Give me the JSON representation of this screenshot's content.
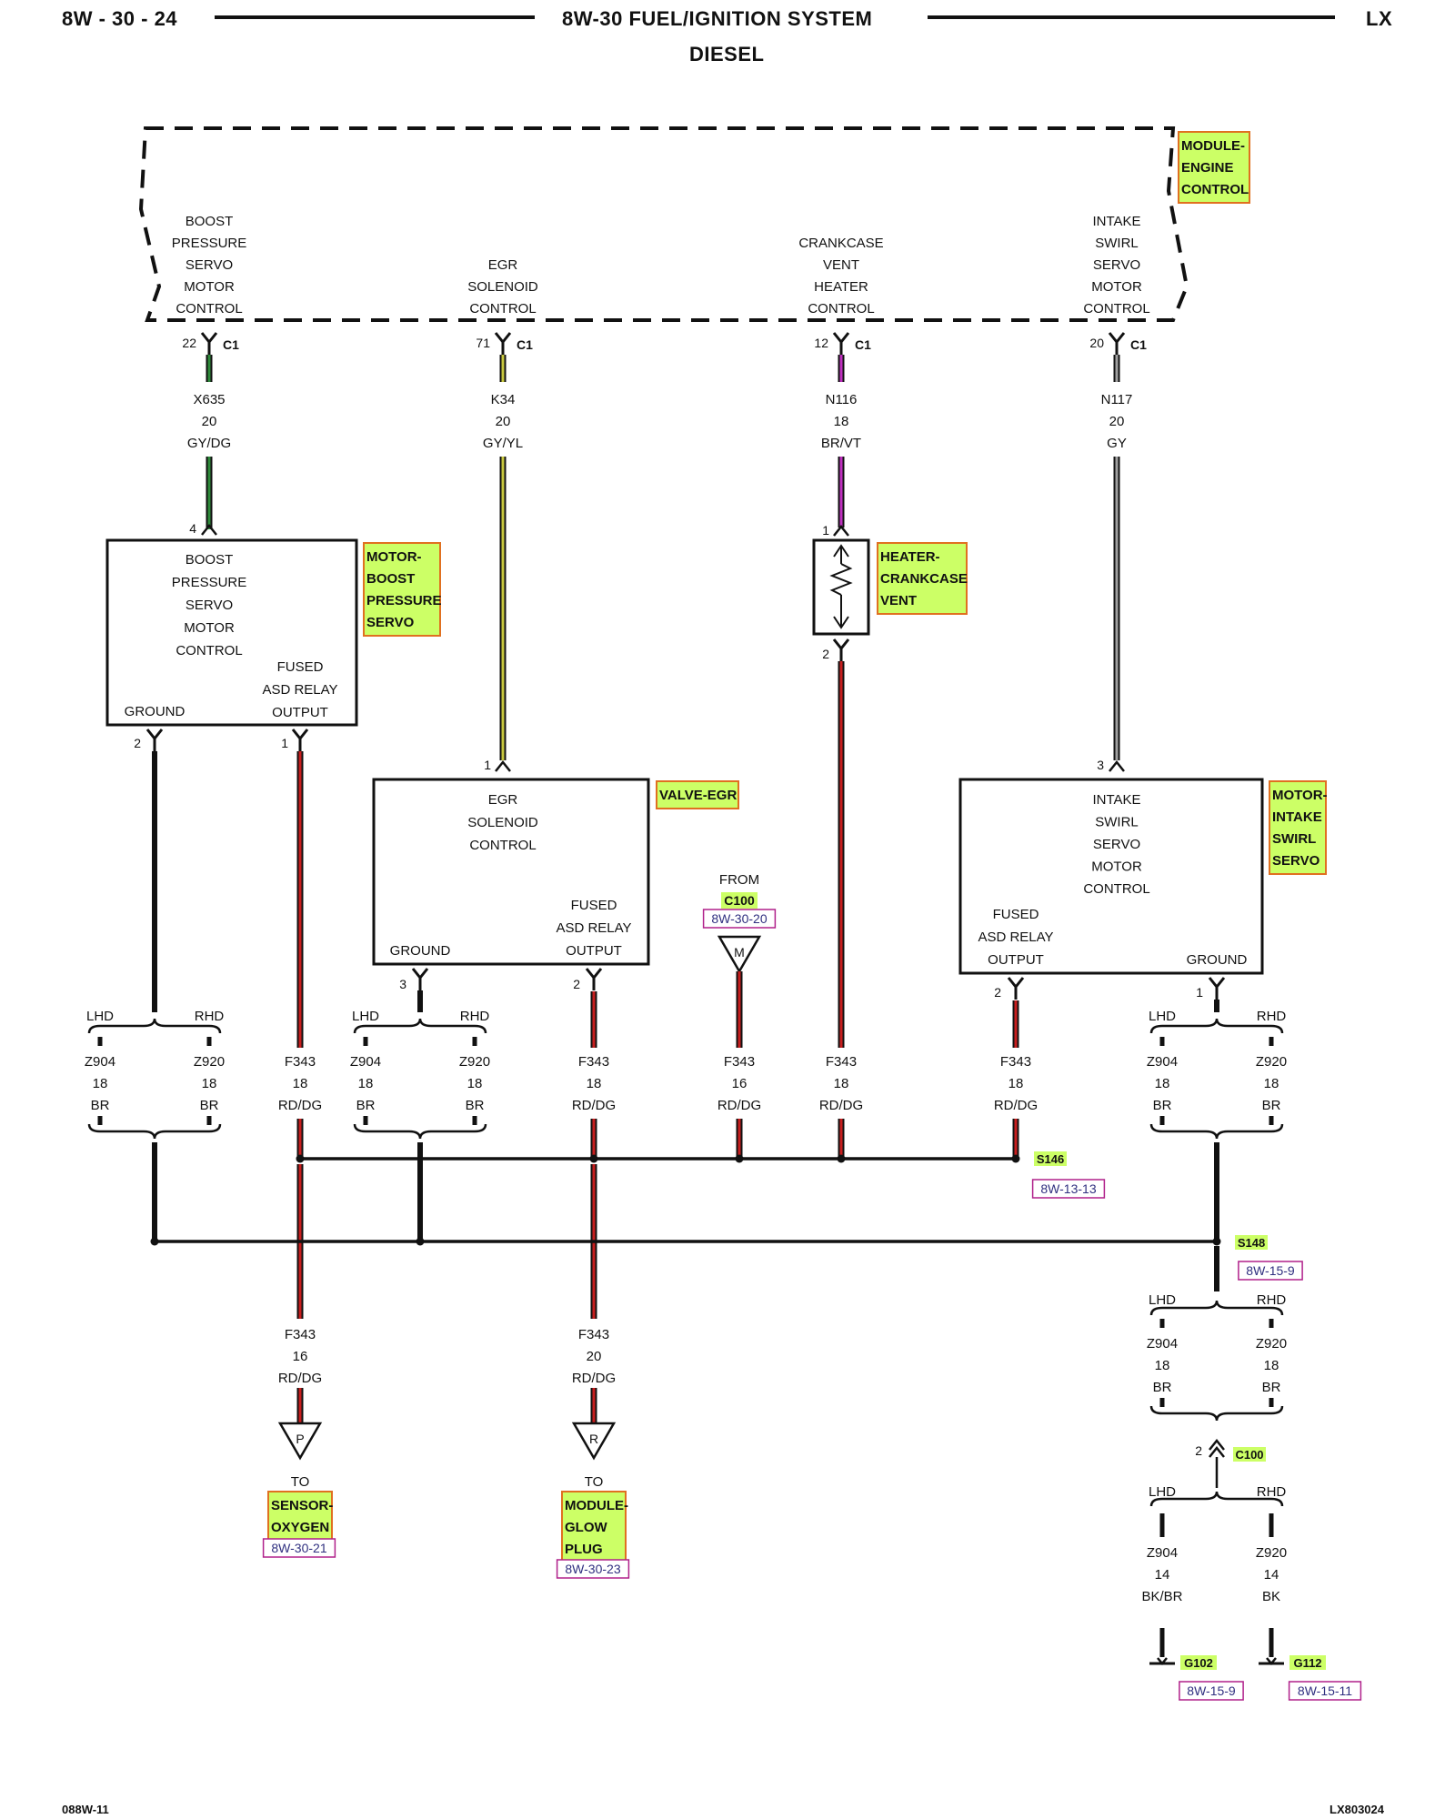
{
  "header": {
    "page_number": "8W - 30 - 24",
    "title": "8W-30 FUEL/IGNITION SYSTEM",
    "subtitle": "DIESEL",
    "model": "LX"
  },
  "footer": {
    "left_code": "088W-11",
    "right_code": "LX803024"
  },
  "component_tags": {
    "ecm": [
      "MODULE-",
      "ENGINE",
      "CONTROL"
    ],
    "boost_servo": [
      "MOTOR-",
      "BOOST",
      "PRESSURE",
      "SERVO"
    ],
    "heater": [
      "HEATER-",
      "CRANKCASE",
      "VENT"
    ],
    "egr_valve": [
      "VALVE-EGR"
    ],
    "swirl_motor": [
      "MOTOR-",
      "INTAKE",
      "SWIRL",
      "SERVO"
    ],
    "oxygen_sensor": [
      "SENSOR-",
      "OXYGEN"
    ],
    "glow_plug": [
      "MODULE-",
      "GLOW",
      "PLUG"
    ]
  },
  "ecm_pins": [
    {
      "lines": [
        "BOOST",
        "PRESSURE",
        "SERVO",
        "MOTOR",
        "CONTROL"
      ],
      "pin": "22",
      "connector": "C1",
      "wire": [
        "X635",
        "20",
        "GY/DG"
      ],
      "color": "#2e8b3a"
    },
    {
      "lines": [
        "EGR",
        "SOLENOID",
        "CONTROL"
      ],
      "pin": "71",
      "connector": "C1",
      "wire": [
        "K34",
        "20",
        "GY/YL"
      ],
      "color": "#c8c840"
    },
    {
      "lines": [
        "CRANKCASE",
        "VENT",
        "HEATER",
        "CONTROL"
      ],
      "pin": "12",
      "connector": "C1",
      "wire": [
        "N116",
        "18",
        "BR/VT"
      ],
      "color": "#c030c0"
    },
    {
      "lines": [
        "INTAKE",
        "SWIRL",
        "SERVO",
        "MOTOR",
        "CONTROL"
      ],
      "pin": "20",
      "connector": "C1",
      "wire": [
        "N117",
        "20",
        "GY"
      ],
      "color": "#a0a0a0"
    }
  ],
  "boost_box": {
    "lines": [
      "BOOST",
      "PRESSURE",
      "SERVO",
      "MOTOR",
      "CONTROL"
    ],
    "fused": [
      "FUSED",
      "ASD RELAY",
      "OUTPUT"
    ],
    "ground": "GROUND",
    "pins": {
      "in": "4",
      "ground": "2",
      "fused": "1"
    }
  },
  "heater_pins": {
    "top": "1",
    "bottom": "2"
  },
  "egr_box": {
    "lines": [
      "EGR",
      "SOLENOID",
      "CONTROL"
    ],
    "fused": [
      "FUSED",
      "ASD RELAY",
      "OUTPUT"
    ],
    "ground": "GROUND",
    "pins": {
      "in": "1",
      "ground": "3",
      "fused": "2"
    }
  },
  "swirl_box": {
    "lines": [
      "INTAKE",
      "SWIRL",
      "SERVO",
      "MOTOR",
      "CONTROL"
    ],
    "fused": [
      "FUSED",
      "ASD RELAY",
      "OUTPUT"
    ],
    "ground": "GROUND",
    "pins": {
      "in": "3",
      "fused": "2",
      "ground": "1"
    }
  },
  "from_c100": {
    "label": "FROM",
    "connector": "C100",
    "ref": "8W-30-20",
    "letter": "M"
  },
  "lhd": "LHD",
  "rhd": "RHD",
  "br_wire_lhd": [
    "Z904",
    "18",
    "BR"
  ],
  "br_wire_rhd": [
    "Z920",
    "18",
    "BR"
  ],
  "f343_18": [
    "F343",
    "18",
    "RD/DG"
  ],
  "f343_16": [
    "F343",
    "16",
    "RD/DG"
  ],
  "f343_20": [
    "F343",
    "20",
    "RD/DG"
  ],
  "splices": {
    "s146": {
      "name": "S146",
      "ref": "8W-13-13"
    },
    "s148": {
      "name": "S148",
      "ref": "8W-15-9"
    }
  },
  "to_oxygen": {
    "label": "TO",
    "letter": "P",
    "ref": "8W-30-21"
  },
  "to_glow": {
    "label": "TO",
    "letter": "R",
    "ref": "8W-30-23"
  },
  "c100_bottom": {
    "pin": "2",
    "name": "C100"
  },
  "ground_wires": {
    "lhd": [
      "Z904",
      "14",
      "BK/BR"
    ],
    "rhd": [
      "Z920",
      "14",
      "BK"
    ]
  },
  "grounds": {
    "g102": {
      "name": "G102",
      "ref": "8W-15-9"
    },
    "g112": {
      "name": "G112",
      "ref": "8W-15-11"
    }
  },
  "colors": {
    "fused_red": "#c81e1e",
    "ground_black": "#1a1a1a",
    "tag_fill": "#ccff66",
    "tag_border": "#e07020",
    "ref_border": "#b0208a",
    "ref_text": "#303080"
  }
}
